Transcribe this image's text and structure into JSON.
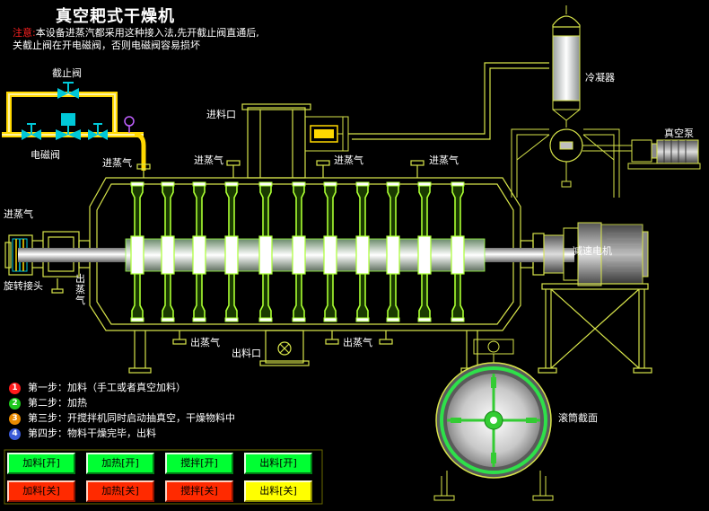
{
  "title": "真空耙式干燥机",
  "note": {
    "label": "注意:",
    "text": "本设备进蒸汽都采用这种接入法,先开截止阀直通后,关截止阀在开电磁阀，否则电磁阀容易损坏"
  },
  "labels": {
    "stop_valve": "截止阀",
    "solenoid_valve": "电磁阀",
    "steam_in_1": "进蒸气",
    "steam_in_2": "进蒸气",
    "steam_in_3": "进蒸气",
    "steam_in_4": "进蒸气",
    "steam_in_left": "进蒸气",
    "feed_port": "进料口",
    "condenser": "冷凝器",
    "vacuum_pump": "真空泵",
    "reducer_motor": "减速电机",
    "rotary_joint": "旋转接头",
    "steam_out_side": "出蒸气",
    "steam_out_1": "出蒸气",
    "steam_out_2": "出蒸气",
    "discharge_port": "出料口",
    "section_label": "滚筒截面"
  },
  "steps": [
    {
      "num": "1",
      "text": "第一步：加料（手工或者真空加料）",
      "color": "#ff1a1a"
    },
    {
      "num": "2",
      "text": "第二步：加热",
      "color": "#1ec81e"
    },
    {
      "num": "3",
      "text": "第三步：开搅拌机同时启动抽真空，干燥物料中",
      "color": "#e88a00"
    },
    {
      "num": "4",
      "text": "第四步：物料干燥完毕，出料",
      "color": "#3a5ad8"
    }
  ],
  "buttons": {
    "feed_on": "加料[开]",
    "heat_on": "加热[开]",
    "stir_on": "搅拌[开]",
    "discharge_on": "出料[开]",
    "feed_off": "加料[关]",
    "heat_off": "加热[关]",
    "stir_off": "搅拌[关]",
    "discharge_off": "出料[关]"
  },
  "colors": {
    "line": "#d7e44a",
    "bright_green": "#aaff33",
    "pipe_yellow": "#ffd800",
    "valve_cyan": "#00c8d8",
    "shaft_white": "#f2f2f2"
  }
}
